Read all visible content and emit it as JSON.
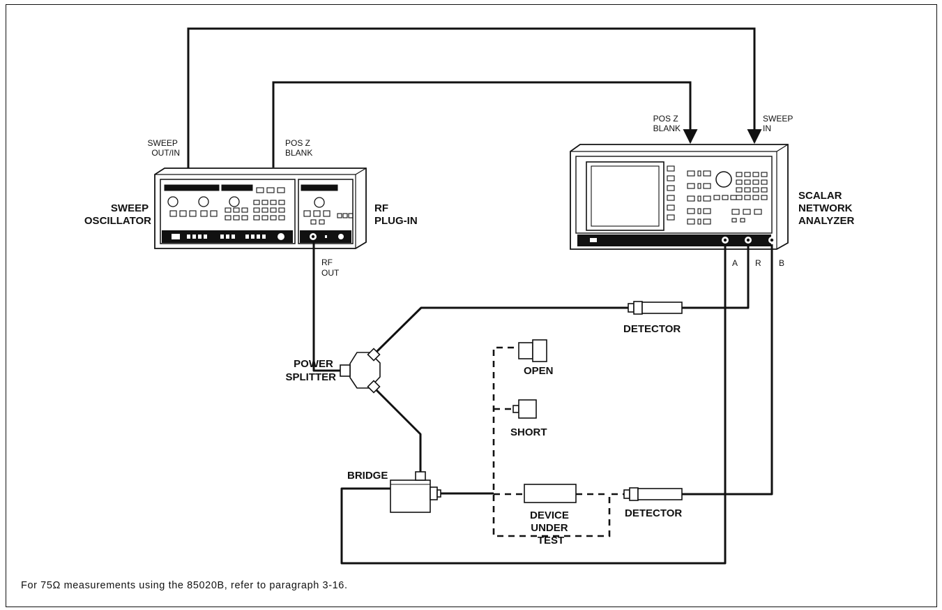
{
  "labels": {
    "sweep_out_in": [
      "SWEEP",
      "OUT/IN"
    ],
    "pos_z_left": [
      "POS Z",
      "BLANK"
    ],
    "pos_z_right": [
      "POS Z",
      "BLANK"
    ],
    "sweep_in": [
      "SWEEP",
      "IN"
    ],
    "sweep_oscillator": [
      "SWEEP",
      "OSCILLATOR"
    ],
    "rf_plug_in": [
      "RF",
      "PLUG-IN"
    ],
    "scalar_network_analyzer": [
      "SCALAR",
      "NETWORK",
      "ANALYZER"
    ],
    "rf_out": [
      "RF",
      "OUT"
    ],
    "port_a": "A",
    "port_r": "R",
    "port_b": "B",
    "detector_top": "DETECTOR",
    "detector_bottom": "DETECTOR",
    "power_splitter": [
      "POWER",
      "SPLITTER"
    ],
    "open": "OPEN",
    "short": "SHORT",
    "bridge": "BRIDGE",
    "device_under_test": [
      "DEVICE",
      "UNDER",
      "TEST"
    ]
  },
  "caption": "For 75Ω measurements using the 85020B, refer to paragraph 3-16."
}
